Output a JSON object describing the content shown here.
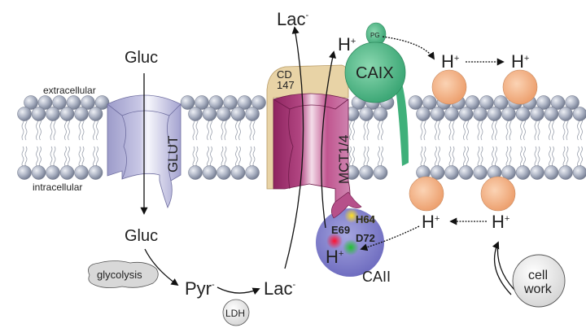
{
  "labels": {
    "extracellular": "extracellular",
    "intracellular": "intracellular",
    "gluc_out": "Gluc",
    "gluc_in": "Gluc",
    "glut": "GLUT",
    "glycolysis": "glycolysis",
    "pyr": "Pyr",
    "pyr_charge": "-",
    "lac_in": "Lac",
    "lac_in_charge": "-",
    "lac_out": "Lac",
    "lac_out_charge": "-",
    "ldh": "LDH",
    "cd147_line1": "CD",
    "cd147_line2": "147",
    "mct": "MCT1/4",
    "h_mct": "H",
    "h_plus": "+",
    "pg": "PG",
    "caix": "CAIX",
    "h_ext1": "H",
    "h_ext2": "H",
    "h_int1": "H",
    "h_int2": "H",
    "h_caii": "H",
    "caii": "CAII",
    "h64": "H64",
    "e69": "E69",
    "d72": "D72",
    "cell_work_line1": "cell",
    "cell_work_line2": "work"
  },
  "colors": {
    "glut": "#a9a8d2",
    "mct": "#a3346f",
    "cd147": "#e8d3a6",
    "caix": "#5cbf8e",
    "caii": "#8c8ad0",
    "caii_label": "#8a89c9",
    "proton_carrier": "#f2b58a",
    "lipid_head": "#a9b0c0",
    "h64": "#e8e04a",
    "e69": "#d8203a",
    "d72": "#3aa848"
  }
}
